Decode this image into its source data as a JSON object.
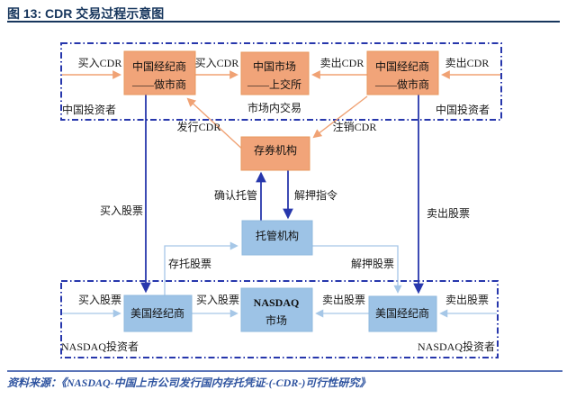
{
  "title": "图 13: CDR 交易过程示意图",
  "source": "资料来源：《NASDAQ-中国上市公司发行国内存托凭证-(-CDR-)可行性研究》",
  "colors": {
    "title_navy": "#17365D",
    "dash_border_blue": "#2737AC",
    "dark_line_blue": "#2737AC",
    "orange_box_fill": "#F1A479",
    "orange_arrow": "#F0A274",
    "blue_box_fill": "#9DC3E6",
    "light_blue_arrow": "#A6C7E7",
    "source_text_blue": "#2F54A0"
  },
  "boxes": {
    "cn_broker_left": {
      "line1": "中国经纪商",
      "line2": "——做市商"
    },
    "cn_market": {
      "line1": "中国市场",
      "line2": "——上交所"
    },
    "cn_broker_right": {
      "line1": "中国经纪商",
      "line2": "——做市商"
    },
    "depositary": {
      "line1": "存券机构"
    },
    "custodian": {
      "line1": "托管机构"
    },
    "us_broker_left": {
      "line1": "美国经纪商"
    },
    "nasdaq": {
      "line1": "NASDAQ",
      "line2": "市场"
    },
    "us_broker_right": {
      "line1": "美国经纪商"
    }
  },
  "labels": {
    "buy_cdr": "买入CDR",
    "sell_cdr": "卖出CDR",
    "issue_cdr": "发行CDR",
    "cancel_cdr": "注销CDR",
    "market_internal_trade": "市场内交易",
    "cn_investor": "中国投资者",
    "confirm_custody": "确认托管",
    "release_instruction": "解押指令",
    "buy_stock": "买入股票",
    "sell_stock": "卖出股票",
    "deposit_stock": "存托股票",
    "release_stock": "解押股票",
    "nasdaq_investor": "NASDAQ投资者"
  }
}
